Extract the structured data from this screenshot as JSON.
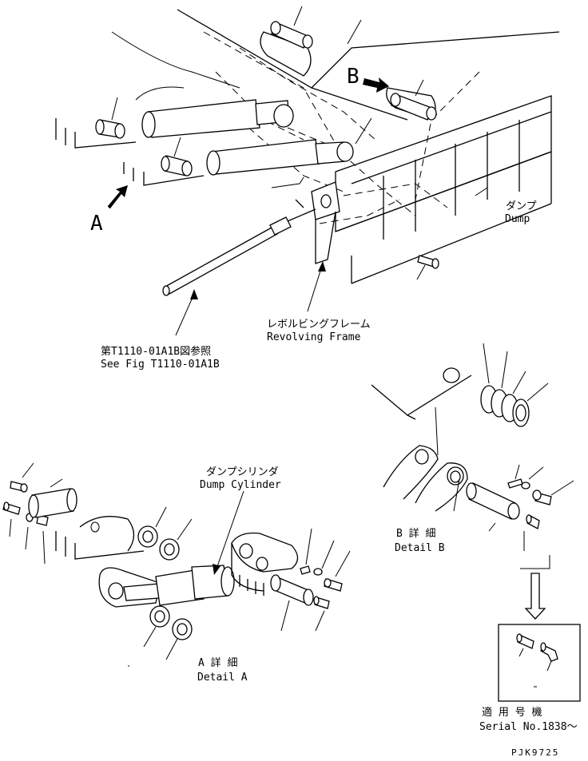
{
  "view_labels": {
    "a": "A",
    "b": "B"
  },
  "dump": {
    "jp": "ダンプ",
    "en": "Dump"
  },
  "revolving_frame": {
    "jp": "レボルビングフレーム",
    "en": "Revolving Frame"
  },
  "see_fig": {
    "jp": "第T1110-01A1B図参照",
    "en": "See Fig T1110-01A1B"
  },
  "dump_cylinder": {
    "jp": "ダンプシリンダ",
    "en": "Dump Cylinder"
  },
  "detail_a": {
    "jp": "A 詳 細",
    "en": "Detail A"
  },
  "detail_b": {
    "jp": "B 詳 細",
    "en": "Detail B"
  },
  "serial": {
    "jp": "適 用 号 機",
    "en": "Serial No.1838～"
  },
  "drawing_code": "PJK9725"
}
